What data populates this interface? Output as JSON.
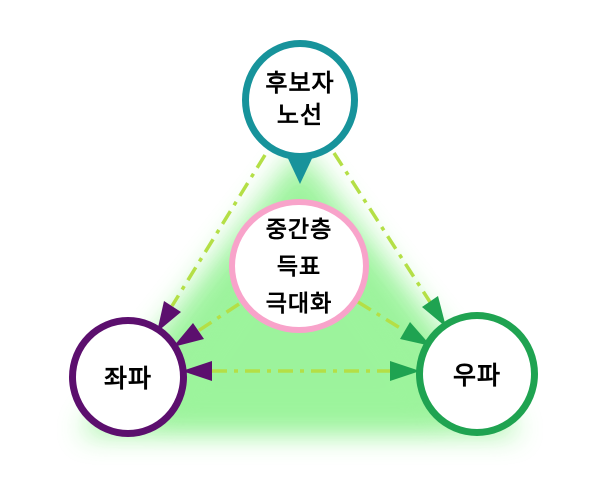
{
  "diagram": {
    "background_color": "#ffffff",
    "text_color": "#000000",
    "glow": {
      "shape": "triangle",
      "color": "#98F398"
    },
    "connector_color": "#B4DF46",
    "connector_style": "dash-dot",
    "nodes": [
      {
        "id": "candidate-route",
        "lines": [
          "후보자",
          "노선"
        ],
        "border_color": "#17939B",
        "fill": "#ffffff",
        "position": "top"
      },
      {
        "id": "centrist-vote-max",
        "lines": [
          "중간층",
          "득표",
          "극대화"
        ],
        "border_color": "#F8A3CA",
        "fill": "#ffffff",
        "position": "center"
      },
      {
        "id": "left-wing",
        "lines": [
          "좌파"
        ],
        "border_color": "#5C0F6E",
        "fill": "#ffffff",
        "position": "bottom-left"
      },
      {
        "id": "right-wing",
        "lines": [
          "우파"
        ],
        "border_color": "#1FA351",
        "fill": "#ffffff",
        "position": "bottom-right"
      }
    ],
    "edges": [
      {
        "from": "candidate-route",
        "to": "centrist-vote-max",
        "style": "solid-pointer",
        "pointer_color": "#17939B"
      },
      {
        "from": "candidate-route",
        "to": "left-wing",
        "style": "dash-dot",
        "line_color": "#B4DF46",
        "arrow_color": "#5C0F6E"
      },
      {
        "from": "candidate-route",
        "to": "right-wing",
        "style": "dash-dot",
        "line_color": "#B4DF46",
        "arrow_color": "#1FA351"
      },
      {
        "from": "centrist-vote-max",
        "to": "left-wing",
        "style": "dash-dot",
        "line_color": "#B4DF46",
        "arrow_color": "#5C0F6E"
      },
      {
        "from": "centrist-vote-max",
        "to": "right-wing",
        "style": "dash-dot",
        "line_color": "#B4DF46",
        "arrow_color": "#1FA351"
      },
      {
        "from": "left-wing",
        "to": "right-wing",
        "style": "dash-dot",
        "bidirectional": true,
        "line_color": "#B4DF46",
        "arrow_colors": [
          "#5C0F6E",
          "#1FA351"
        ]
      }
    ]
  }
}
